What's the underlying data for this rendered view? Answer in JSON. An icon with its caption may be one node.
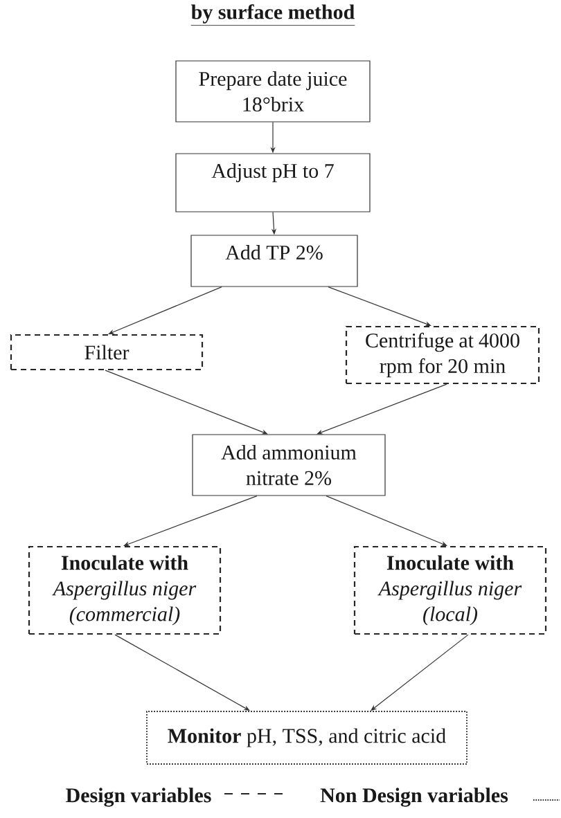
{
  "diagram": {
    "title": "by surface method",
    "nodes": [
      {
        "text": [
          "Prepare date juice 18°brix"
        ]
      },
      {
        "text": [
          "Adjust pH to 7"
        ]
      },
      {
        "text": [
          "Add TP 2%"
        ]
      },
      {
        "text": [
          "Filter"
        ]
      },
      {
        "text": [
          "Centrifuge at 4000 rpm for 20 min"
        ]
      },
      {
        "text": [
          "Add ammonium nitrate 2%"
        ]
      },
      {
        "text": [
          "Inoculate with",
          "Aspergillus niger (commercial)"
        ]
      },
      {
        "text": [
          "Inoculate with",
          "Aspergillus niger (local)"
        ]
      },
      {
        "text": [
          "**Monitor** pH, TSS, and citric acid"
        ]
      }
    ],
    "edges": [
      {
        "from": 0,
        "to": 1,
        "arrow": "to"
      },
      {
        "from": 1,
        "to": 2,
        "arrow": "to"
      },
      {
        "from": 2,
        "to": 3,
        "arrow": "to"
      },
      {
        "from": 2,
        "to": 4,
        "arrow": "to"
      },
      {
        "from": 3,
        "to": 5,
        "arrow": "to"
      },
      {
        "from": 4,
        "to": 5,
        "arrow": "to"
      },
      {
        "from": 5,
        "to": 6,
        "arrow": "to"
      },
      {
        "from": 5,
        "to": 7,
        "arrow": "to"
      },
      {
        "from": 6,
        "to": 8,
        "arrow": "to"
      },
      {
        "from": 7,
        "to": 8,
        "arrow": "to"
      }
    ],
    "legend": [
      {
        "text": "Design variables"
      },
      {
        "text": "Non Design variables"
      }
    ]
  }
}
